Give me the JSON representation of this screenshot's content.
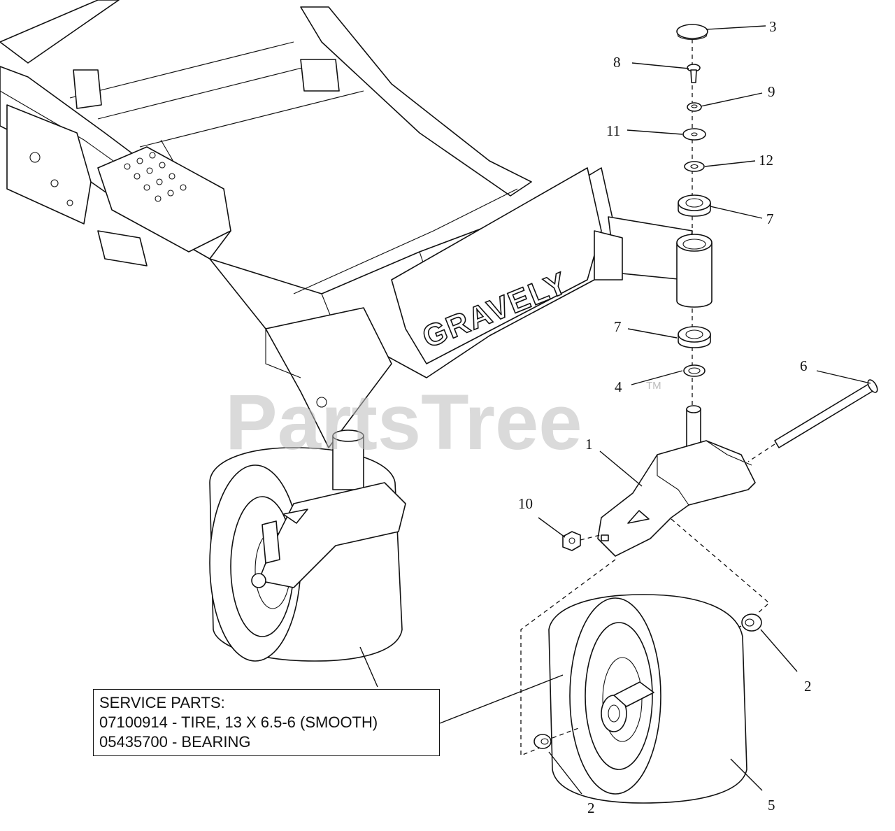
{
  "watermark": {
    "text": "PartsTree",
    "trademark": "TM"
  },
  "frame_brand": "GRAVELY",
  "callouts": [
    {
      "id": "c-3",
      "label": "3"
    },
    {
      "id": "c-8",
      "label": "8"
    },
    {
      "id": "c-9",
      "label": "9"
    },
    {
      "id": "c-11",
      "label": "11"
    },
    {
      "id": "c-12",
      "label": "12"
    },
    {
      "id": "c-7a",
      "label": "7"
    },
    {
      "id": "c-7b",
      "label": "7"
    },
    {
      "id": "c-4",
      "label": "4"
    },
    {
      "id": "c-6",
      "label": "6"
    },
    {
      "id": "c-1",
      "label": "1"
    },
    {
      "id": "c-10",
      "label": "10"
    },
    {
      "id": "c-2a",
      "label": "2"
    },
    {
      "id": "c-2b",
      "label": "2"
    },
    {
      "id": "c-5",
      "label": "5"
    }
  ],
  "service_parts": {
    "heading": "SERVICE PARTS:",
    "items": [
      "07100914 - TIRE, 13 X 6.5-6 (SMOOTH)",
      "05435700 - BEARING"
    ]
  }
}
